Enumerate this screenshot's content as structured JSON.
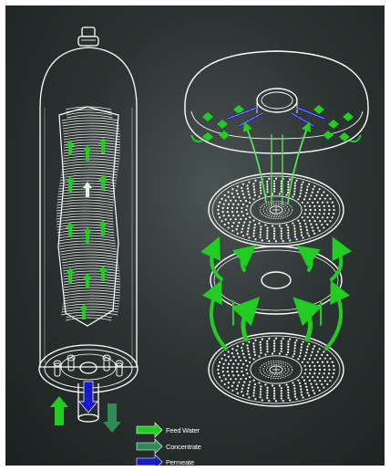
{
  "legend": {
    "feed_water": "Feed Water",
    "concentrate": "Concentrate",
    "permeate": "Permeate"
  },
  "colors": {
    "background": "#2c3433",
    "line": "#ffffff",
    "feed_green": "#22cc22",
    "concentrate_green": "#2e8b57",
    "permeate_blue": "#1a1acc"
  },
  "icons": [
    "feed-water-arrow-icon",
    "concentrate-arrow-icon",
    "permeate-arrow-icon"
  ]
}
